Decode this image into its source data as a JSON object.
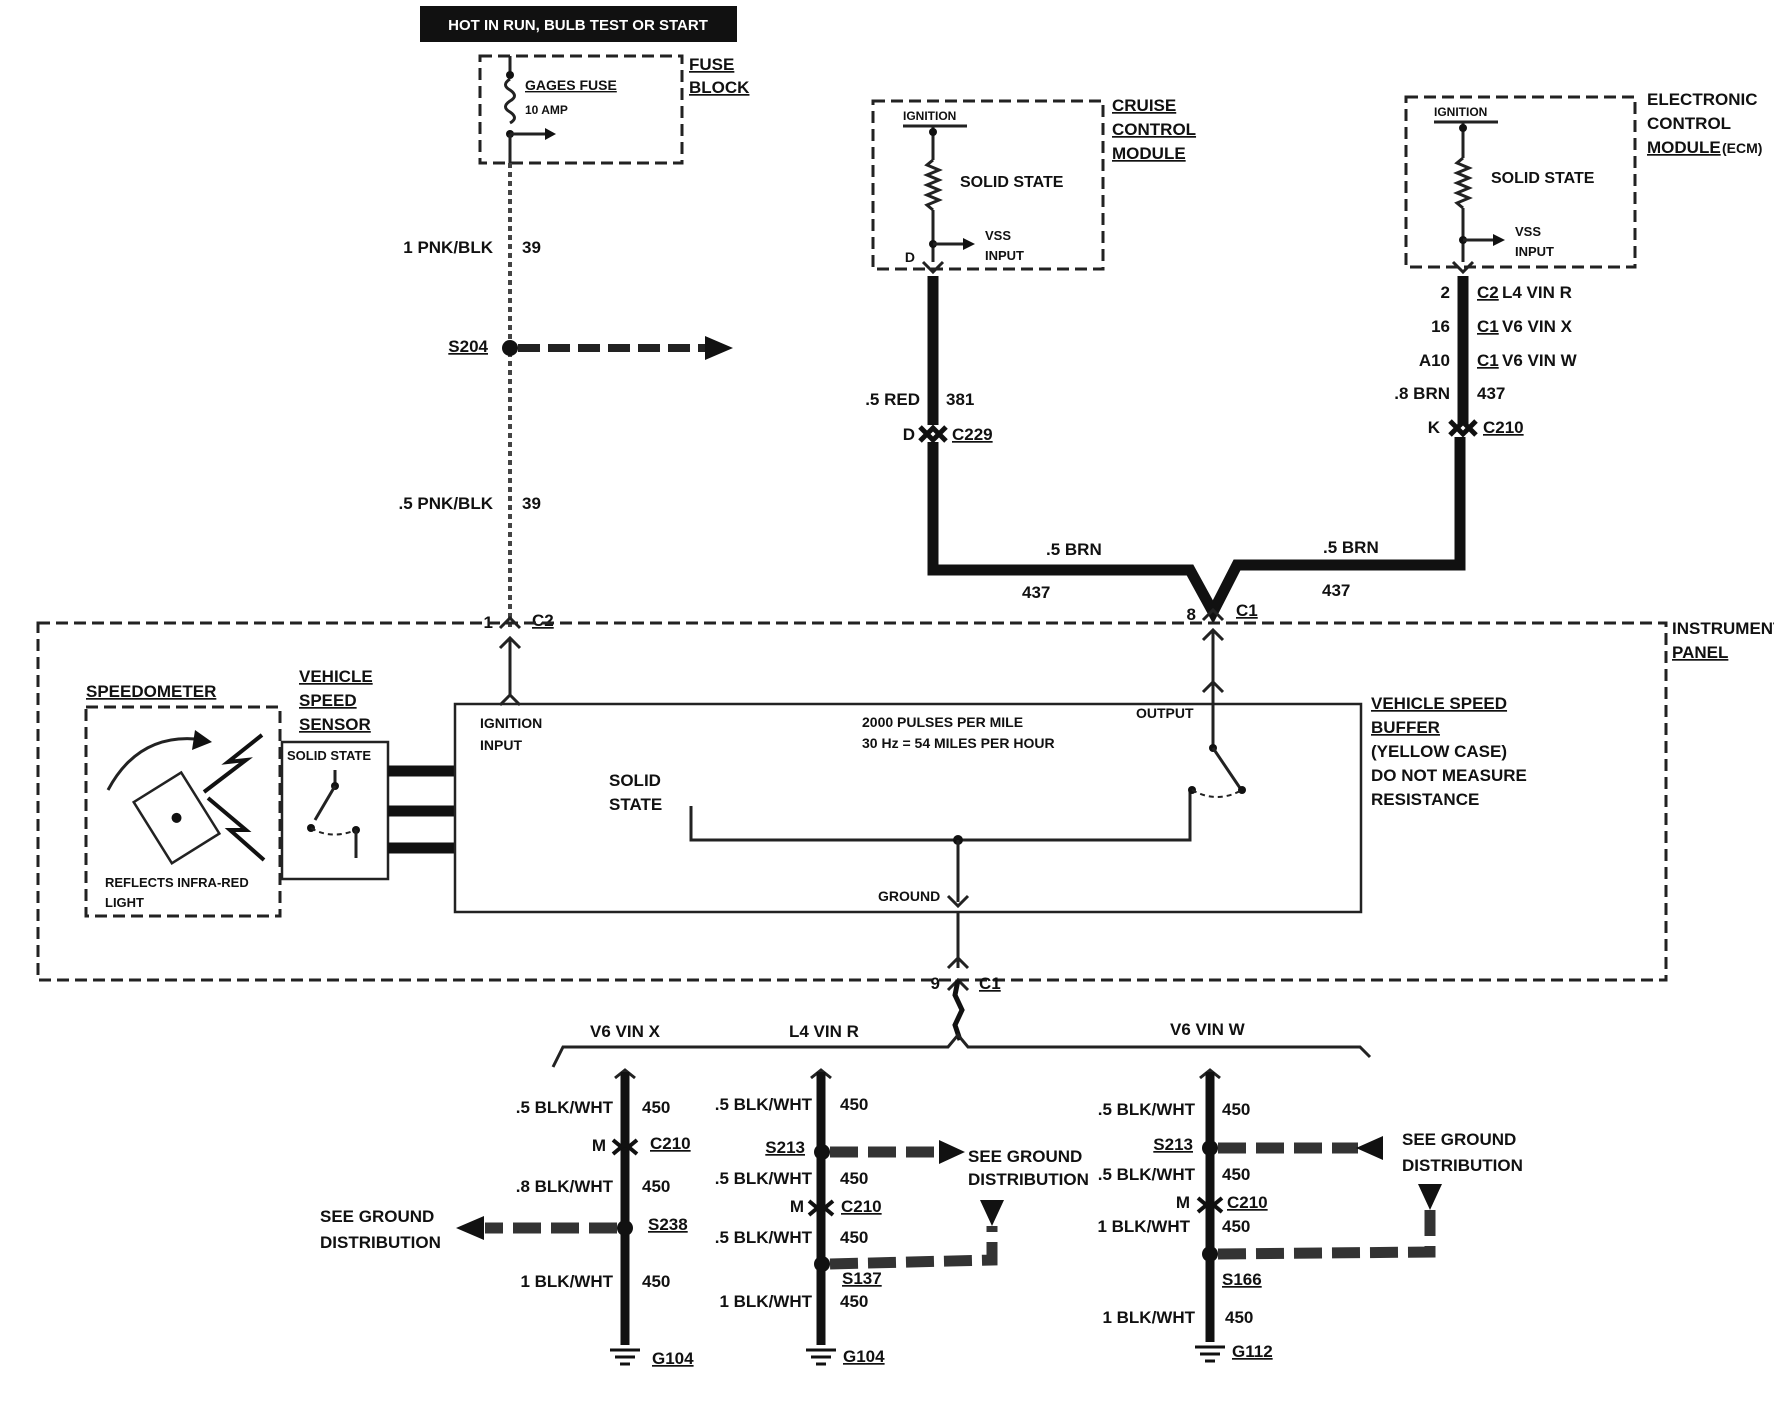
{
  "header_banner": "HOT IN RUN, BULB TEST OR START",
  "fuse_block": {
    "label_line1": "FUSE",
    "label_line2": "BLOCK",
    "fuse_name": "GAGES FUSE",
    "fuse_rating": "10 AMP"
  },
  "feed_wire": {
    "upper_size_color": "1 PNK/BLK",
    "upper_circuit": "39",
    "splice": "S204",
    "lower_size_color": ".5 PNK/BLK",
    "lower_circuit": "39",
    "connector_pin": "1",
    "connector": "C2"
  },
  "cruise_module": {
    "label_line1": "CRUISE",
    "label_line2": "CONTROL",
    "label_line3": "MODULE",
    "ignition": "IGNITION",
    "solid_state": "SOLID STATE",
    "vss_line1": "VSS",
    "vss_line2": "INPUT",
    "pin": "D",
    "wire_size_color": ".5 RED",
    "wire_circuit": "381",
    "conn_pin": "D",
    "connector": "C229"
  },
  "ecm": {
    "label_line1": "ELECTRONIC",
    "label_line2": "CONTROL",
    "label_line3_ul": "MODULE",
    "label_line3_rest": "(ECM)",
    "ignition": "IGNITION",
    "solid_state": "SOLID STATE",
    "vss_line1": "VSS",
    "vss_line2": "INPUT",
    "pins": [
      {
        "pin": "2",
        "connector": "C2",
        "variant": "L4 VIN R"
      },
      {
        "pin": "16",
        "connector": "C1",
        "variant": "V6 VIN X"
      },
      {
        "pin": "A10",
        "connector": "C1",
        "variant": "V6 VIN W"
      }
    ],
    "wire_size_color": ".8 BRN",
    "wire_circuit": "437",
    "conn_pin": "K",
    "connector": "C210"
  },
  "brn_join": {
    "left_size_color": ".5 BRN",
    "left_circuit": "437",
    "right_size_color": ".5 BRN",
    "right_circuit": "437",
    "pin": "8",
    "connector": "C1"
  },
  "instrument_panel": {
    "label_line1": "INSTRUMENT",
    "label_line2": "PANEL"
  },
  "speedometer": {
    "title": "SPEEDOMETER",
    "note_line1": "REFLECTS INFRA-RED",
    "note_line2": "LIGHT"
  },
  "vss": {
    "label_line1": "VEHICLE",
    "label_line2": "SPEED",
    "label_line3": "SENSOR",
    "solid_state": "SOLID STATE"
  },
  "buffer": {
    "ignition_line1": "IGNITION",
    "ignition_line2": "INPUT",
    "spec_line1": "2000 PULSES PER MILE",
    "spec_line2": "30 Hz = 54 MILES PER HOUR",
    "output": "OUTPUT",
    "solid_line1": "SOLID",
    "solid_line2": "STATE",
    "ground": "GROUND",
    "label_line1": "VEHICLE SPEED",
    "label_line2": "BUFFER",
    "note_line1": "(YELLOW CASE)",
    "note_line2": "DO NOT MEASURE",
    "note_line3": "RESISTANCE"
  },
  "ground_conn": {
    "pin": "9",
    "connector": "C1"
  },
  "ground_branches": [
    {
      "variant": "V6 VIN X",
      "w1_size": ".5 BLK/WHT",
      "w1_circ": "450",
      "conn_pin": "M",
      "connector": "C210",
      "w2_size": ".8 BLK/WHT",
      "w2_circ": "450",
      "splice": "S238",
      "w3_size": "1 BLK/WHT",
      "w3_circ": "450",
      "ground": "G104",
      "see_line1": "SEE GROUND",
      "see_line2": "DISTRIBUTION"
    },
    {
      "variant": "L4 VIN R",
      "w1_size": ".5 BLK/WHT",
      "w1_circ": "450",
      "splice_a": "S213",
      "w2_size": ".5 BLK/WHT",
      "w2_circ": "450",
      "conn_pin": "M",
      "connector": "C210",
      "w3_size": ".5 BLK/WHT",
      "w3_circ": "450",
      "splice_b": "S137",
      "w4_size": "1 BLK/WHT",
      "w4_circ": "450",
      "ground": "G104",
      "see_line1": "SEE GROUND",
      "see_line2": "DISTRIBUTION"
    },
    {
      "variant": "V6 VIN W",
      "w1_size": ".5 BLK/WHT",
      "w1_circ": "450",
      "splice_a": "S213",
      "w2_size": ".5 BLK/WHT",
      "w2_circ": "450",
      "conn_pin": "M",
      "connector": "C210",
      "w3_size": "1 BLK/WHT",
      "w3_circ": "450",
      "splice_b": "S166",
      "w4_size": "1 BLK/WHT",
      "w4_circ": "450",
      "ground": "G112",
      "see_line1": "SEE GROUND",
      "see_line2": "DISTRIBUTION"
    }
  ]
}
